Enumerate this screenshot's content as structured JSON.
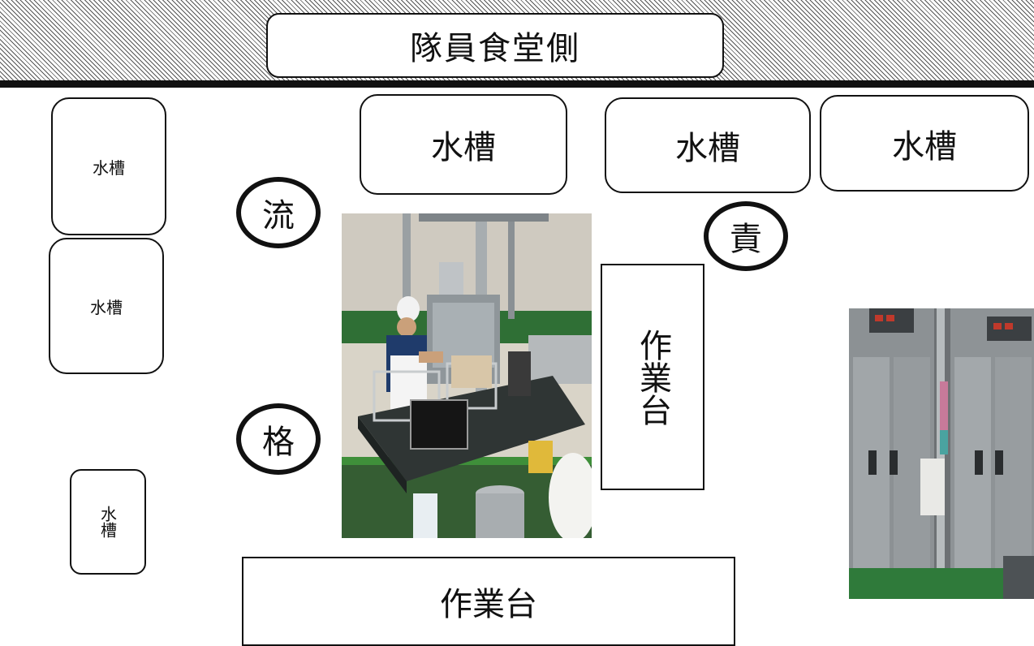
{
  "header": {
    "title": "隊員食堂側"
  },
  "tanks": {
    "left_top": "水槽",
    "left_middle": "水槽",
    "left_bottom": "水槽",
    "top_1": "水槽",
    "top_2": "水槽",
    "top_3": "水槽"
  },
  "workbenches": {
    "vertical": "作業台",
    "bottom": "作業台"
  },
  "markers": {
    "ryu": "流",
    "kaku": "格",
    "seki": "責"
  },
  "colors": {
    "outline": "#111111",
    "floor_green": "#3f8f3a",
    "steel": "#9aa0a3"
  }
}
